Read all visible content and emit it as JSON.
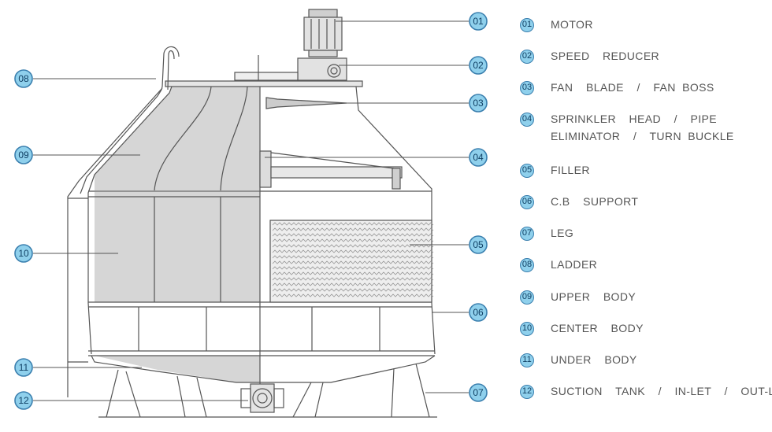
{
  "legend": [
    {
      "num": "01",
      "lines": [
        "MOTOR"
      ]
    },
    {
      "num": "02",
      "lines": [
        "SPEED  REDUCER"
      ]
    },
    {
      "num": "03",
      "lines": [
        "FAN  BLADE  /  FAN BOSS"
      ]
    },
    {
      "num": "04",
      "lines": [
        "SPRINKLER  HEAD  /  PIPE",
        "ELIMINATOR  /  TURN BUCKLE"
      ]
    },
    {
      "num": "05",
      "lines": [
        "FILLER"
      ]
    },
    {
      "num": "06",
      "lines": [
        "C.B  SUPPORT"
      ]
    },
    {
      "num": "07",
      "lines": [
        "LEG"
      ]
    },
    {
      "num": "08",
      "lines": [
        "LADDER"
      ]
    },
    {
      "num": "09",
      "lines": [
        "UPPER  BODY"
      ]
    },
    {
      "num": "10",
      "lines": [
        "CENTER  BODY"
      ]
    },
    {
      "num": "11",
      "lines": [
        "UNDER  BODY"
      ]
    },
    {
      "num": "12",
      "lines": [
        "SUCTION  TANK  /  IN-LET  /  OUT-LET"
      ]
    }
  ],
  "callouts": [
    "01",
    "02",
    "03",
    "04",
    "05",
    "06",
    "07",
    "08",
    "09",
    "10",
    "11",
    "12"
  ],
  "colors": {
    "badge_fill": "#8fd0ec",
    "badge_stroke": "#3a7fae",
    "line": "#555555",
    "panel": "#d6d6d6"
  }
}
